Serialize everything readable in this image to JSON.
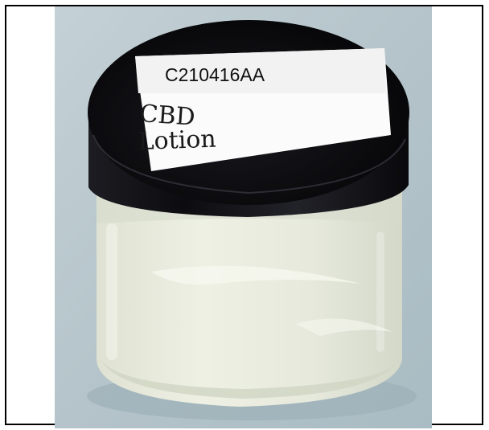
{
  "photo": {
    "background_color": "#b6c6cb",
    "lid_color": "#101014",
    "cream_color": "#e8eadd",
    "jar": {
      "label": {
        "code": "C210416AA",
        "handwriting_line_1": "CBD",
        "handwriting_line_2": "Lotion"
      }
    }
  }
}
